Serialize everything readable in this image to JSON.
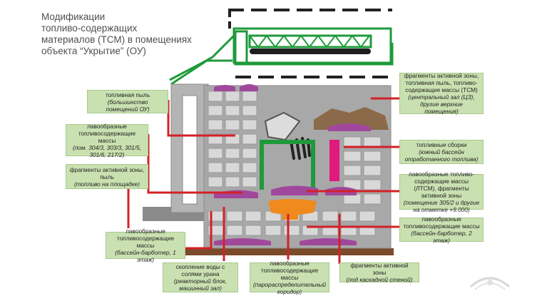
{
  "title": "Модификации\nтопливо-содержащих\nматериалов (ТСМ) в помещениях\nобъекта “Укрытие” (ОУ)",
  "colors": {
    "accent_red": "#d42027",
    "callout_bg": "#c9e1b1",
    "structure_green": "#1e9a3a",
    "wall_gray": "#9a9a9a",
    "lava_purple": "#a0489c",
    "orange_mass": "#f08a1c",
    "fuel_pink": "#e0197d",
    "rubble_brown": "#7a5a3a",
    "ground_brown": "#7a4a2a"
  },
  "callouts": [
    {
      "id": "dust",
      "main": "топливная пыль",
      "note": "(большинство помещений ОУ)"
    },
    {
      "id": "lava-left",
      "main": "лавообразные топливосодержащие массы",
      "note": "(пом. 304/3, 303/3, 301/5, 301/6, 217/2)"
    },
    {
      "id": "fragments-platform",
      "main": "фрагменты активной зоны, пыль",
      "note": "(топливо на площадке)"
    },
    {
      "id": "lava-bubbler-1",
      "main": "лавообразные топливосодержащие массы",
      "note": "(бассейн-барботер, 1 этаж)"
    },
    {
      "id": "water-urane",
      "main": "скопление воды с солями урана",
      "note": "(реакторный блок, машинный зал)"
    },
    {
      "id": "lava-steam",
      "main": "лавообразные топливосодержащие массы",
      "note": "(парораспределительный коридор)"
    },
    {
      "id": "fragments-cascade",
      "main": "фрагменты активной зоны",
      "note": "(под каскадной стеной)"
    },
    {
      "id": "fragments-tsm",
      "main": "фрагменты активной зоны, топливная пыль, топливо-содержащие массы (ТСМ)",
      "note": "(центральный зал (ЦЗ), другие верхние помещения)"
    },
    {
      "id": "fuel-assemblies",
      "main": "топливные сборки",
      "note": "(южный бассейн отработанного топлива)"
    },
    {
      "id": "lava-ltsm",
      "main": "лавообразные топливо-содержащие массы (ЛТСМ), фрагменты активной зоны",
      "note": "(помещение 305/2 и другие на отметке +9.000)"
    },
    {
      "id": "lava-bubbler-2",
      "main": "лавообразные топливосодержащие массы",
      "note": "(бассейн-барботер, 2 этаж)"
    }
  ]
}
